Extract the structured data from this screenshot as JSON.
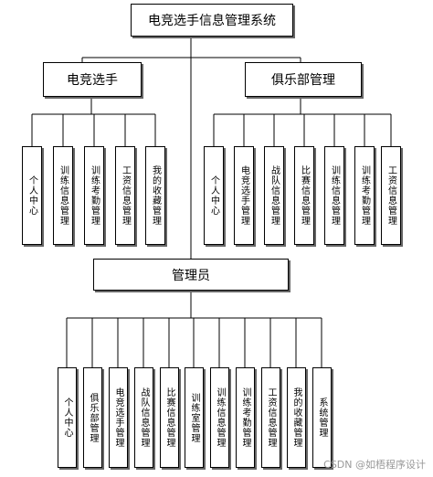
{
  "root": {
    "label": "电竞选手信息管理系统"
  },
  "branches": {
    "player": {
      "label": "电竞选手",
      "children": [
        "个人中心",
        "训练信息管理",
        "训练考勤管理",
        "工资信息管理",
        "我的收藏管理"
      ]
    },
    "club": {
      "label": "俱乐部管理",
      "children": [
        "个人中心",
        "电竞选手管理",
        "战队信息管理",
        "比赛信息管理",
        "训练信息管理",
        "训练考勤管理",
        "工资信息管理"
      ]
    },
    "admin": {
      "label": "管理员",
      "children": [
        "个人中心",
        "俱乐部管理",
        "电竞选手管理",
        "战队信息管理",
        "比赛信息管理",
        "训练室管理",
        "训练信息管理",
        "训练考勤管理",
        "工资信息管理",
        "我的收藏管理",
        "系统管理"
      ]
    }
  },
  "watermark": "CSDN @如梧程序设计"
}
